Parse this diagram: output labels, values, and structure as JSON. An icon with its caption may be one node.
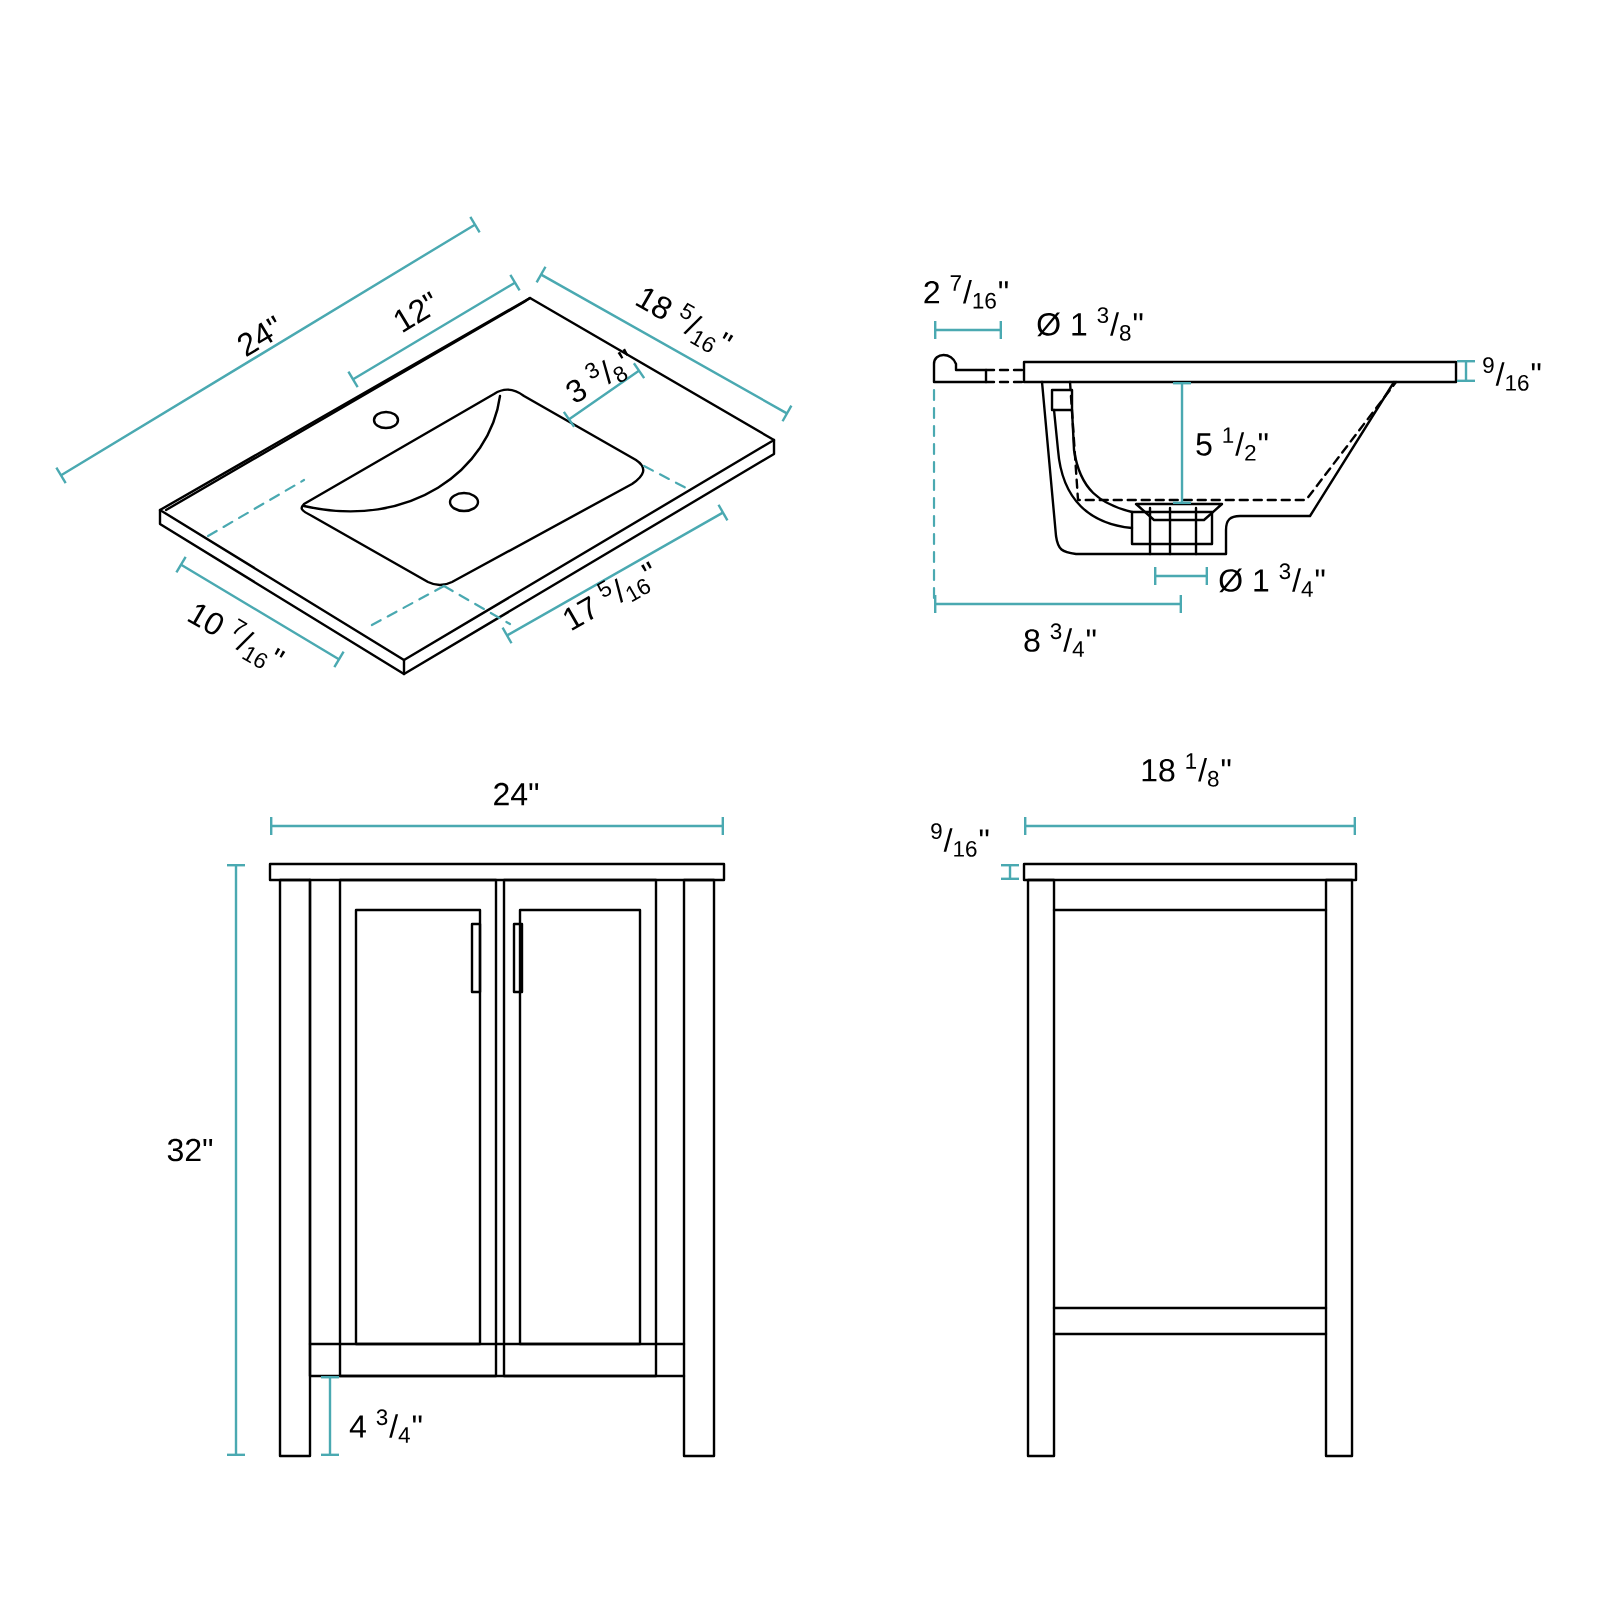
{
  "diagram": {
    "labels": [
      "24\"",
      "12\"",
      "18 $^{5}$/$_{16}$\"",
      "3 $^{3}$/$_{8}$\"",
      "10 $^{7}$/$_{16}$\"",
      "17 $^{5}$/$_{16}$\"",
      "2 $^{7}$/$_{16}$\"",
      "Ø 1 $^{3}$/$_{8}$\"",
      "$^{9}$/$_{16}$\"",
      "5 $^{1}$/$_{2}$\"",
      "Ø 1 $^{3}$/$_{4}$\"",
      "8 $^{3}$/$_{4}$\"",
      "24\"",
      "18 $^{1}$/$_{8}$\"",
      "$^{9}$/$_{16}$\"",
      "32\"",
      "4 $^{3}$/$_{4}$\""
    ]
  }
}
